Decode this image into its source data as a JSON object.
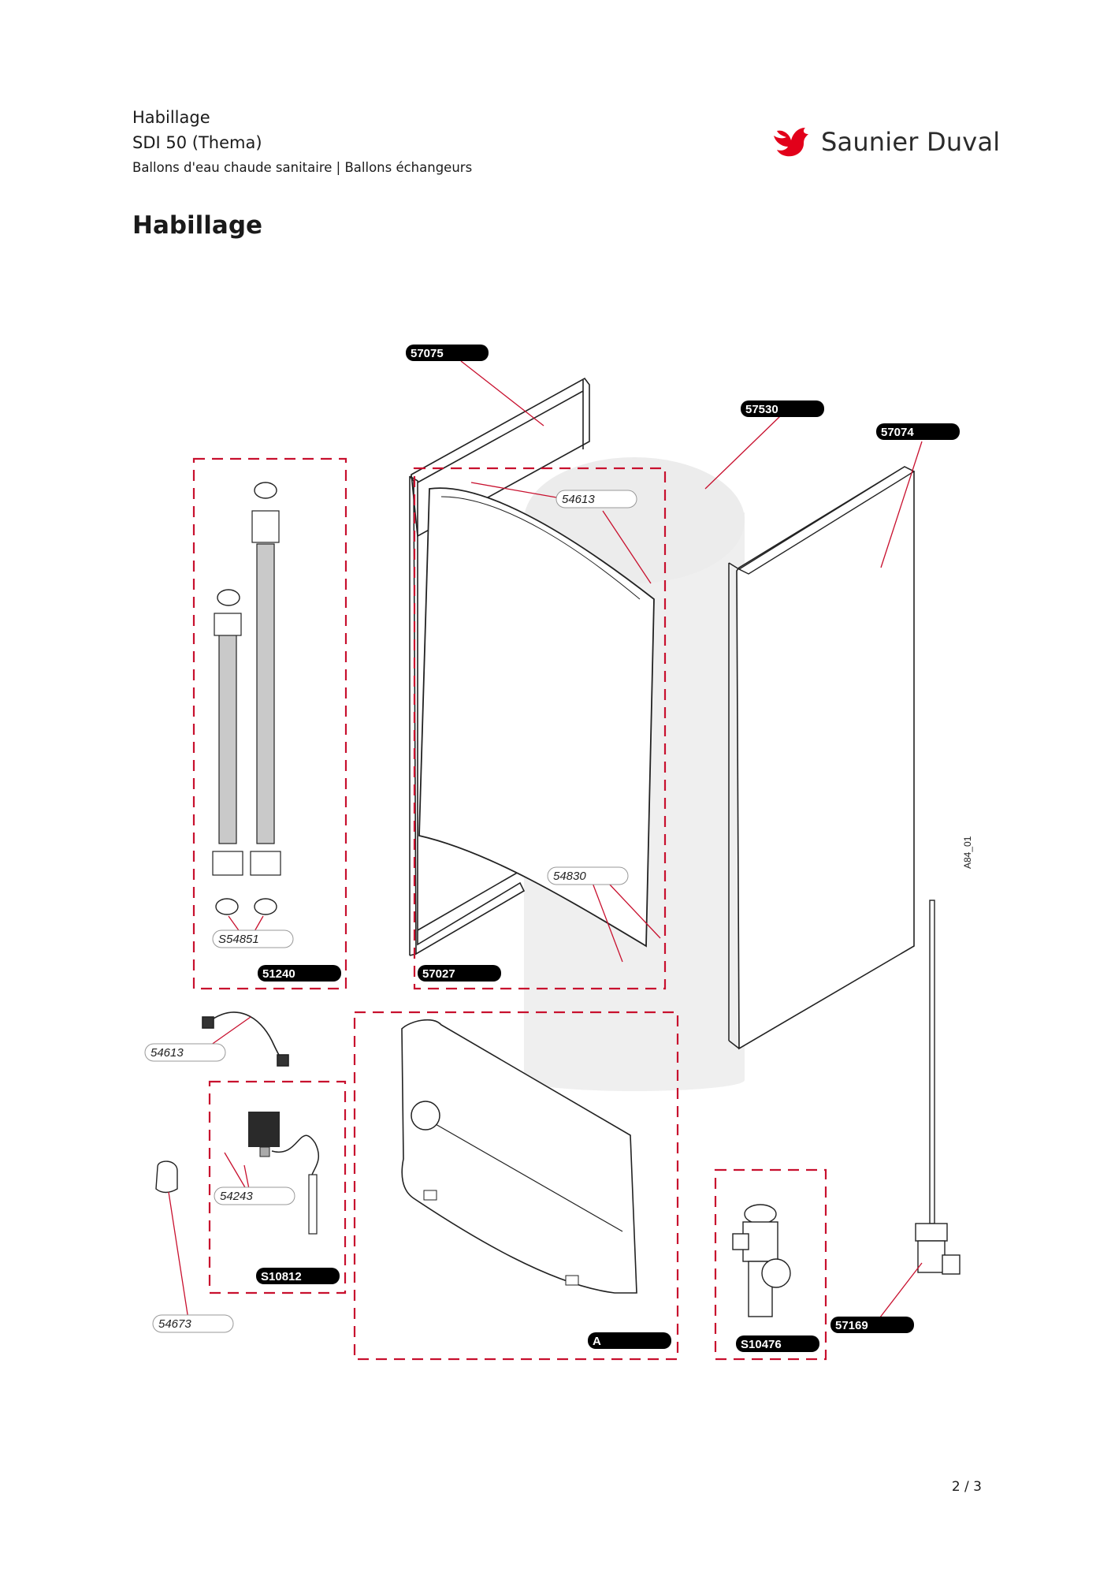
{
  "header": {
    "line1": "Habillage",
    "line2": "SDI 50 (Thema)",
    "line3": "Ballons d'eau chaude sanitaire | Ballons échangeurs"
  },
  "logo": {
    "brand": "Saunier Duval",
    "icon": "bird-logo-icon",
    "color": "#e2001a"
  },
  "page_title": "Habillage",
  "figure_code": "A84_01",
  "labels": {
    "l57075": "57075",
    "l57530": "57530",
    "l57074": "57074",
    "l54613a": "54613",
    "l54830": "54830",
    "lS54851": "S54851",
    "l51240": "51240",
    "l57027": "57027",
    "l54613b": "54613",
    "l54243": "54243",
    "lS10812": "S10812",
    "l54673": "54673",
    "lA": "A",
    "lS10476": "S10476",
    "l57169": "57169"
  },
  "colors": {
    "accent": "#c8102e",
    "leader": "#c8102e"
  },
  "footer": {
    "page": "2 / 3"
  }
}
